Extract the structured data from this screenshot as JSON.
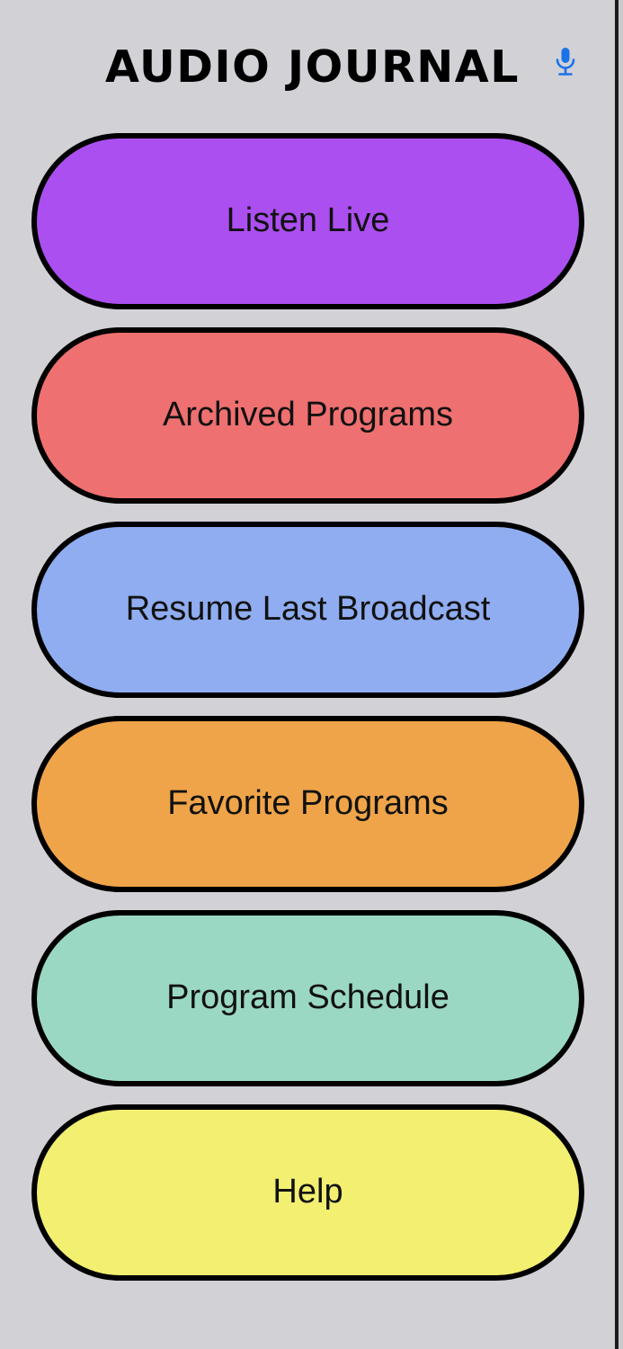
{
  "window": {
    "background_color": "#d1d1d6",
    "frame_border_color": "#1b1b1b"
  },
  "header": {
    "title": "AUDIO JOURNAL",
    "mic_icon": "microphone-icon",
    "mic_icon_color": "#1a73e8",
    "title_color": "#000000"
  },
  "menu": {
    "buttons": [
      {
        "label": "Listen Live",
        "color": "#ab4ff0",
        "border_color": "#000000",
        "text_color": "#111111"
      },
      {
        "label": "Archived Programs",
        "color": "#ef7070",
        "border_color": "#000000",
        "text_color": "#111111"
      },
      {
        "label": "Resume Last Broadcast",
        "color": "#8fadf0",
        "border_color": "#000000",
        "text_color": "#111111"
      },
      {
        "label": "Favorite Programs",
        "color": "#efa košice",
        "border_color": "#000000",
        "text_color": "#111111"
      },
      {
        "label": "Program Schedule",
        "color": "#9ad8c3",
        "border_color": "#000000",
        "text_color": "#111111"
      },
      {
        "label": "Help",
        "color": "#f2ef71",
        "border_color": "#000000",
        "text_color": "#111111"
      }
    ]
  }
}
